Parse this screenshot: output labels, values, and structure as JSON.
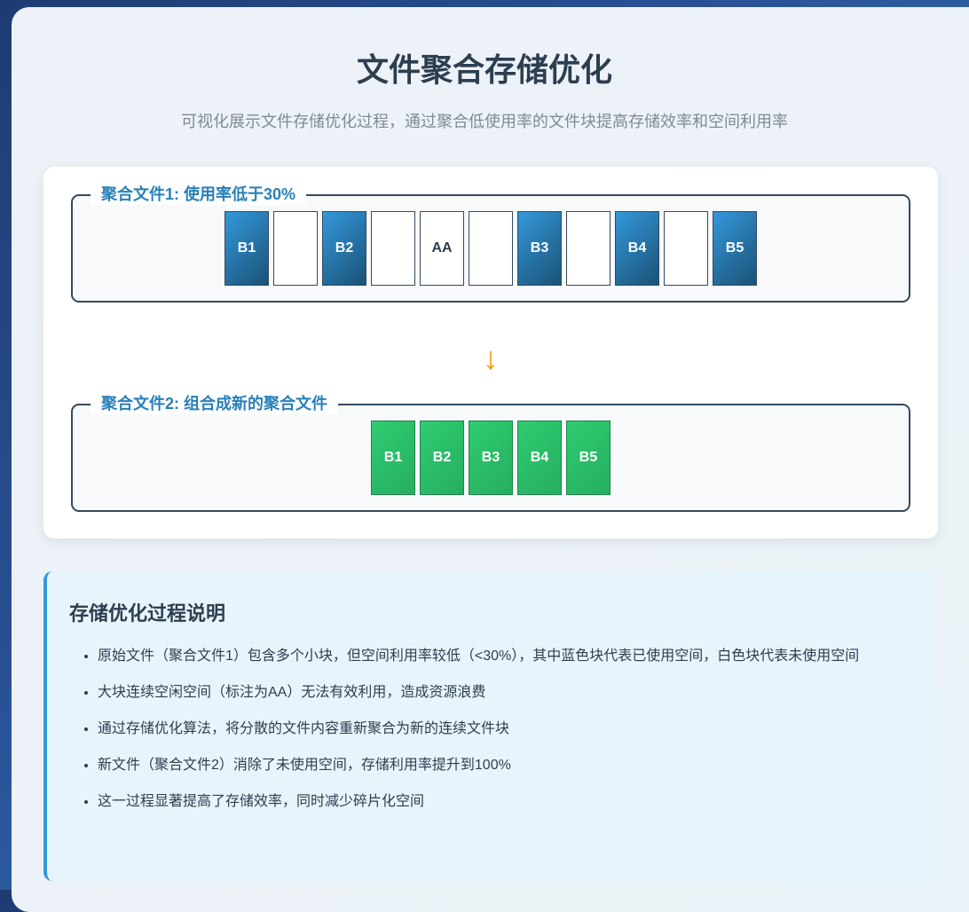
{
  "header": {
    "title": "文件聚合存储优化",
    "subtitle": "可视化展示文件存储优化过程，通过聚合低使用率的文件块提高存储效率和空间利用率"
  },
  "file1": {
    "legend": "聚合文件1: 使用率低于30%",
    "blocks": [
      {
        "label": "B1",
        "type": "used"
      },
      {
        "label": "",
        "type": "free"
      },
      {
        "label": "B2",
        "type": "used"
      },
      {
        "label": "",
        "type": "free"
      },
      {
        "label": "AA",
        "type": "free"
      },
      {
        "label": "",
        "type": "free"
      },
      {
        "label": "B3",
        "type": "used"
      },
      {
        "label": "",
        "type": "free"
      },
      {
        "label": "B4",
        "type": "used"
      },
      {
        "label": "",
        "type": "free"
      },
      {
        "label": "B5",
        "type": "used"
      }
    ]
  },
  "arrow": "↓",
  "file2": {
    "legend": "聚合文件2: 组合成新的聚合文件",
    "blocks": [
      {
        "label": "B1"
      },
      {
        "label": "B2"
      },
      {
        "label": "B3"
      },
      {
        "label": "B4"
      },
      {
        "label": "B5"
      }
    ]
  },
  "info": {
    "title": "存储优化过程说明",
    "items": [
      "原始文件（聚合文件1）包含多个小块，但空间利用率较低（<30%），其中蓝色块代表已使用空间，白色块代表未使用空间",
      "大块连续空闲空间（标注为AA）无法有效利用，造成资源浪费",
      "通过存储优化算法，将分散的文件内容重新聚合为新的连续文件块",
      "新文件（聚合文件2）消除了未使用空间，存储利用率提升到100%",
      "这一过程显著提高了存储效率，同时减少碎片化空间"
    ]
  },
  "colors": {
    "used": "#2980b9",
    "free": "#ffffff",
    "merged": "#2ecc71",
    "arrow": "#f39c12"
  }
}
